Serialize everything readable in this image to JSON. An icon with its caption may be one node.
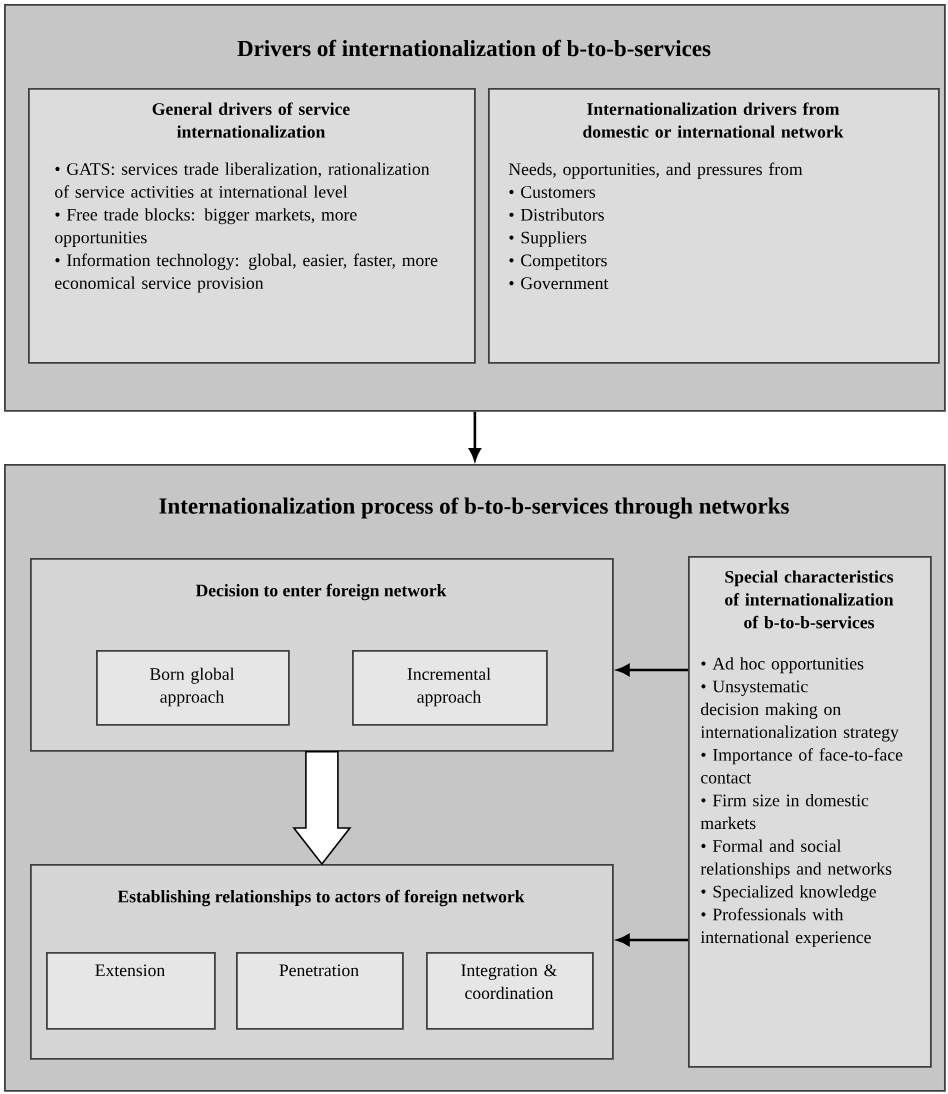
{
  "diagram": {
    "nodes": [
      {
        "text": [
          "Drivers of internationalization of b-to-b-services"
        ]
      },
      {
        "text": [
          "General drivers of service internationalization",
          "• GATS: services trade liberalization, rationalization of service activities at international level",
          "• Free trade blocks: bigger markets, more opportunities",
          "• Information technology: global, easier, faster, more economical service provision"
        ],
        "in": 0
      },
      {
        "text": [
          "Internationalization drivers from domestic or international network",
          "Needs, opportunities, and pressures from",
          "• Customers",
          "• Distributors",
          "• Suppliers",
          "• Competitors",
          "• Government"
        ],
        "in": 0
      },
      {
        "text": [
          "Internationalization process of b-to-b-services through networks"
        ]
      },
      {
        "text": [
          "Decision to enter foreign network"
        ],
        "in": 3
      },
      {
        "text": [
          "Born global approach"
        ],
        "in": 4
      },
      {
        "text": [
          "Incremental approach"
        ],
        "in": 4
      },
      {
        "text": [
          "Establishing relationships to actors of foreign network"
        ],
        "in": 3
      },
      {
        "text": [
          "Extension"
        ],
        "in": 7
      },
      {
        "text": [
          "Penetration"
        ],
        "in": 7
      },
      {
        "text": [
          "Integration & coordination"
        ],
        "in": 7
      },
      {
        "text": [
          "Special characteristics of internationalization of b-to-b-services",
          "• Ad hoc opportunities",
          "• Unsystematic decision making on internationalization strategy",
          "• Importance of face-to-face contact",
          "• Firm size in domestic markets",
          "• Formal and social relationships and networks",
          "• Specialized knowledge",
          "• Professionals with international experience"
        ],
        "in": 3
      }
    ],
    "edges": [
      {
        "from": 0,
        "to": 3,
        "arrow": "to"
      },
      {
        "from": 4,
        "to": 7,
        "arrow": "to",
        "style": "thick"
      },
      {
        "from": 11,
        "to": 4,
        "arrow": "to"
      },
      {
        "from": 11,
        "to": 7,
        "arrow": "to"
      }
    ]
  }
}
